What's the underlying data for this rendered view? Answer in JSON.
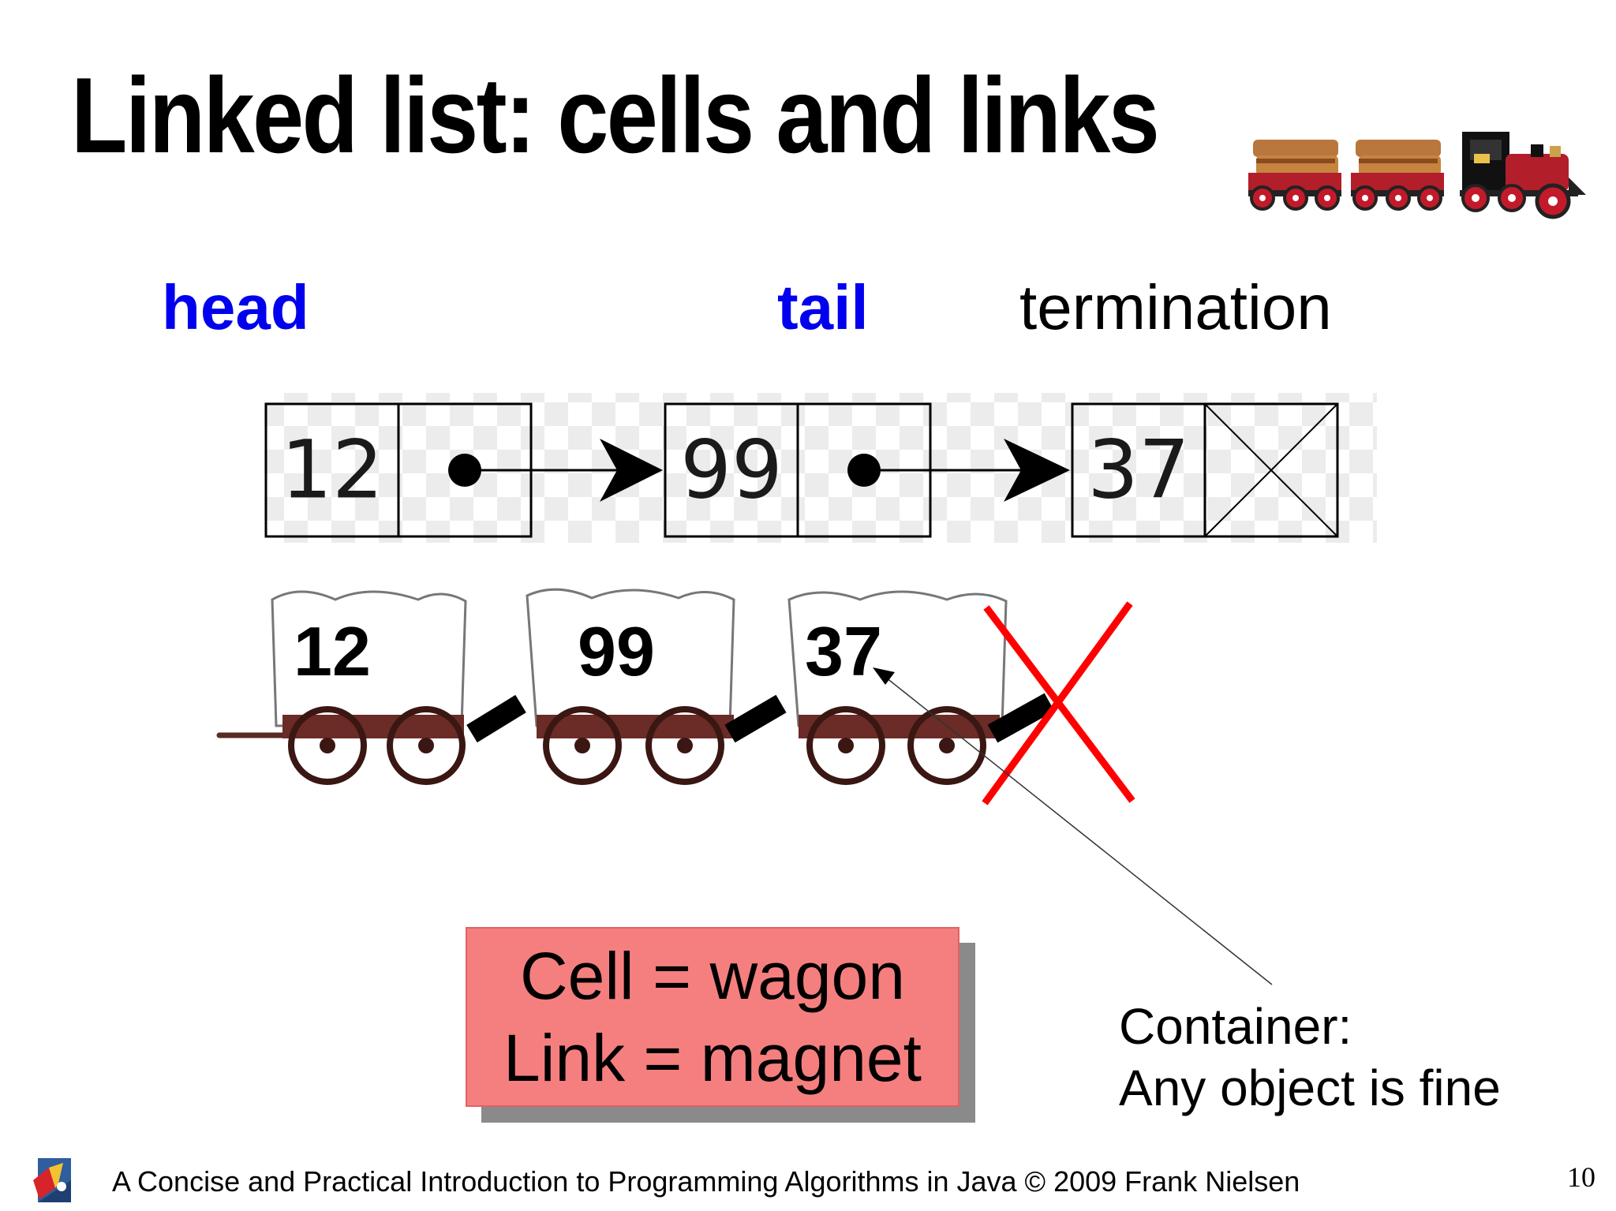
{
  "title": "Linked list: cells and links",
  "labels": {
    "head": "head",
    "tail": "tail",
    "termination": "termination"
  },
  "cells": [
    {
      "value": "12"
    },
    {
      "value": "99"
    },
    {
      "value": "37"
    }
  ],
  "wagons": [
    {
      "value": "12"
    },
    {
      "value": "99"
    },
    {
      "value": "37"
    }
  ],
  "callout": {
    "line1": "Cell = wagon",
    "line2": "Link = magnet"
  },
  "container_note": {
    "line1": "Container:",
    "line2": "Any object is fine"
  },
  "footer": {
    "text": "A Concise and Practical Introduction to Programming Algorithms in Java © 2009 Frank Nielsen",
    "page_number": "10"
  },
  "colors": {
    "label_blue": "#0000ee",
    "callout_fill": "#f57f7f",
    "cross_red": "#ff0000",
    "wagon_wood": "#6b2b26"
  },
  "icons": {
    "train": "toy-train-icon",
    "logo": "university-logo-icon"
  }
}
